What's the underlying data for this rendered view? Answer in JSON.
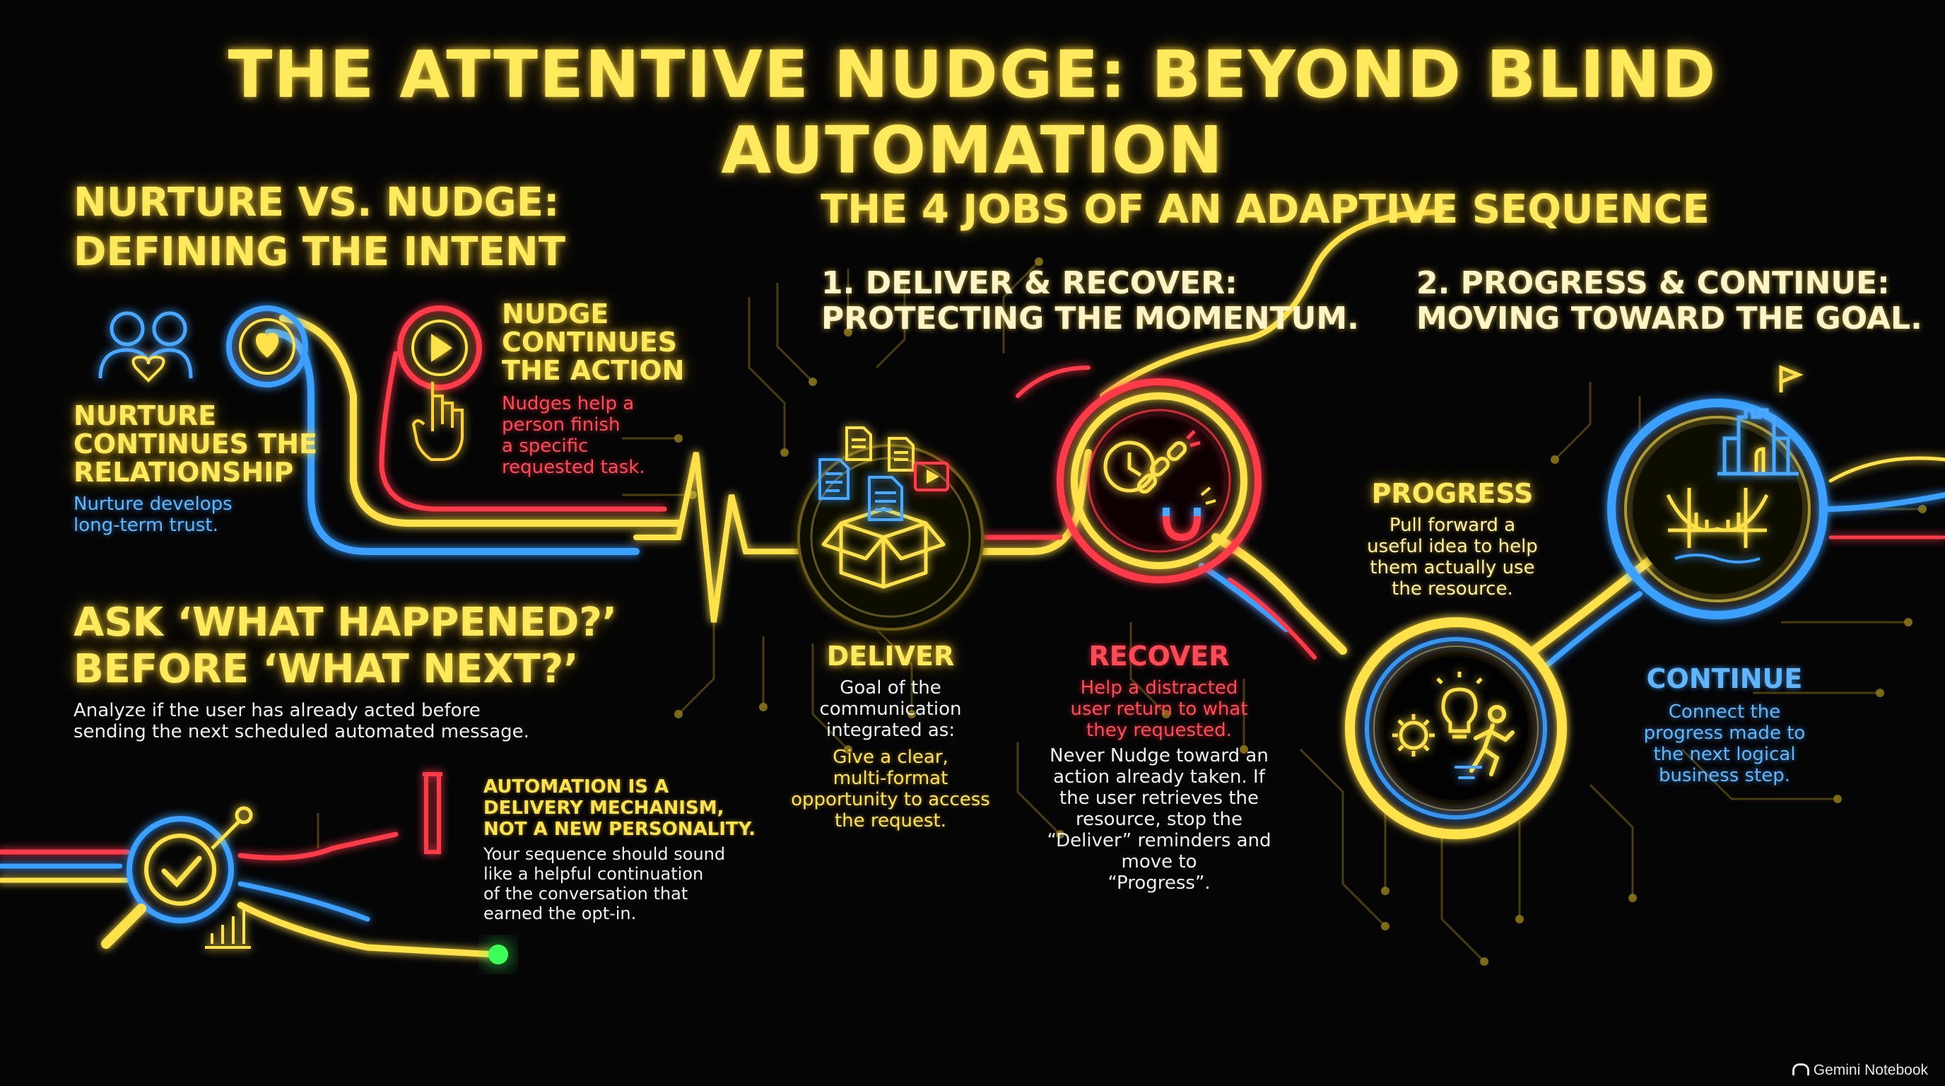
{
  "title": "THE ATTENTIVE NUDGE: BEYOND BLIND AUTOMATION",
  "left": {
    "heading_line1": "NURTURE VS. NUDGE:",
    "heading_line2": "DEFINING THE INTENT",
    "nurture": {
      "title_line1": "NURTURE",
      "title_line2": "CONTINUES THE",
      "title_line3": "RELATIONSHIP",
      "desc_line1": "Nurture develops",
      "desc_line2": "long-term trust."
    },
    "nudge": {
      "title_line1": "NUDGE",
      "title_line2": "CONTINUES",
      "title_line3": "THE ACTION",
      "desc_line1": "Nudges help a",
      "desc_line2": "person finish",
      "desc_line3": "a specific",
      "desc_line4": "requested task."
    },
    "ask": {
      "heading_line1": "ASK ‘WHAT HAPPENED?’",
      "heading_line2": "BEFORE ‘WHAT NEXT?’",
      "desc_line1": "Analyze if the user has already acted before",
      "desc_line2": "sending the next scheduled automated message."
    },
    "automation": {
      "title_line1": "AUTOMATION IS A",
      "title_line2": "DELIVERY MECHANISM,",
      "title_line3": "NOT A NEW PERSONALITY.",
      "desc_line1": "Your sequence should sound",
      "desc_line2": "like a helpful continuation",
      "desc_line3": "of the conversation that",
      "desc_line4": "earned the opt-in."
    }
  },
  "right": {
    "heading": "THE 4 JOBS OF AN ADAPTIVE SEQUENCE",
    "group1_line1": "1. DELIVER & RECOVER:",
    "group1_line2": "PROTECTING THE MOMENTUM.",
    "group2_line1": "2. PROGRESS & CONTINUE:",
    "group2_line2": "MOVING TOWARD THE GOAL.",
    "deliver": {
      "title": "DELIVER",
      "desc_line1": "Goal of the",
      "desc_line2": "communication",
      "desc_line3": "integrated as:",
      "highlight_line1": "Give a clear,",
      "highlight_line2": "multi-format",
      "highlight_line3": "opportunity to access",
      "highlight_line4": "the request."
    },
    "recover": {
      "title": "RECOVER",
      "desc_line1": "Help a distracted",
      "desc_line2": "user return to what",
      "desc_line3": "they requested.",
      "note_line1": "Never Nudge toward an",
      "note_line2": "action already taken. If",
      "note_line3": "the user retrieves the",
      "note_line4": "resource, stop the",
      "note_line5": "“Deliver” reminders and",
      "note_line6": "move to",
      "note_line7": "“Progress”."
    },
    "progress": {
      "title": "PROGRESS",
      "desc_line1": "Pull forward a",
      "desc_line2": "useful idea to help",
      "desc_line3": "them actually use",
      "desc_line4": "the resource."
    },
    "continue": {
      "title": "CONTINUE",
      "desc_line1": "Connect the",
      "desc_line2": "progress made to",
      "desc_line3": "the next logical",
      "desc_line4": "business step."
    }
  },
  "watermark": "Gemini Notebook",
  "colors": {
    "yellow": "#ffe95c",
    "red": "#ff4a57",
    "blue": "#5fb6ff",
    "background": "#050506"
  }
}
